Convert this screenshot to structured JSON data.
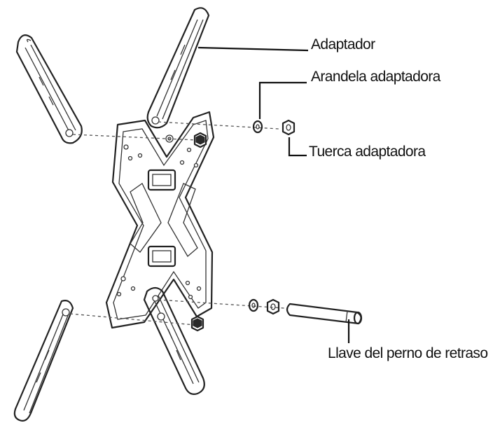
{
  "diagram": {
    "labels": {
      "adapter": "Adaptador",
      "adapter_washer": "Arandela adaptadora",
      "adapter_nut": "Tuerca adaptadora",
      "lag_bolt_wrench": "Llave del perno de retraso"
    },
    "colors": {
      "ink": "#222222",
      "background": "#ffffff"
    }
  }
}
